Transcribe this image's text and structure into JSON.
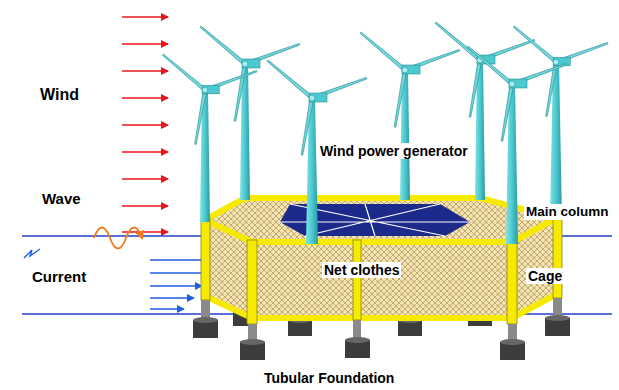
{
  "diagram": {
    "labels": [
      "Wind",
      "Wave",
      "Current",
      "Wind power generator",
      "Main column",
      "Net clothes",
      "Cage",
      "Tubular Foundation"
    ]
  }
}
